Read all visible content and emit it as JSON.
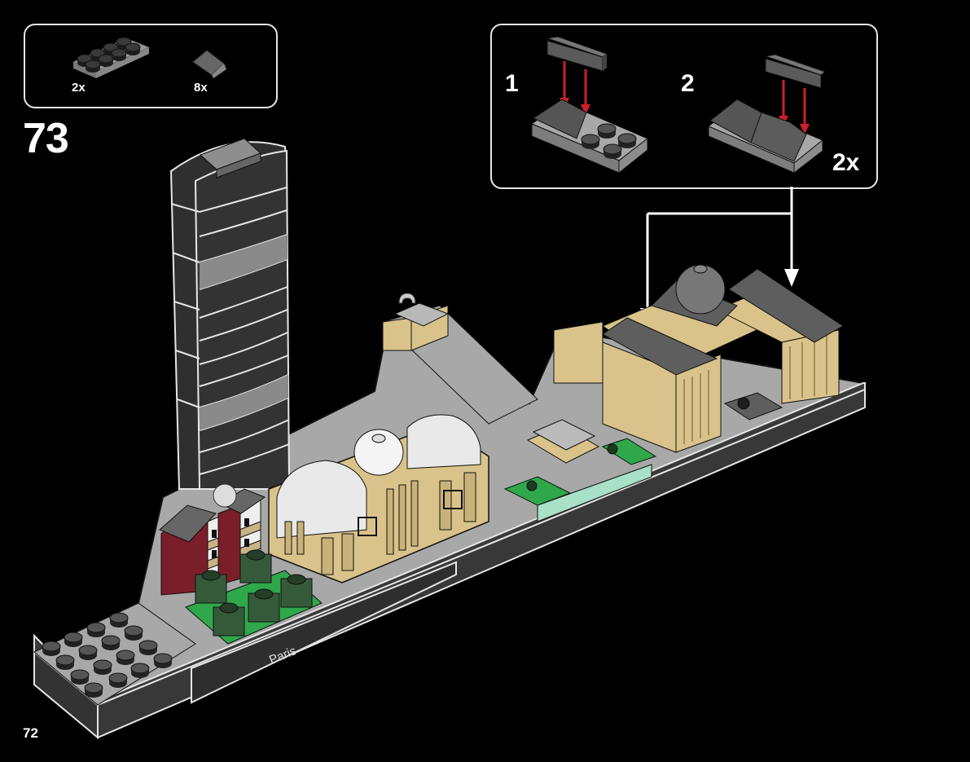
{
  "page": {
    "number": "72",
    "step_number": "73"
  },
  "parts_list": {
    "items": [
      {
        "part": "plate-2x4",
        "color": "light-bluish-gray",
        "quantity": "2x"
      },
      {
        "part": "slope-30-1x2",
        "color": "dark-bluish-gray",
        "quantity": "8x"
      }
    ]
  },
  "sub_assembly": {
    "steps": [
      {
        "label": "1",
        "action": "attach slope onto plate"
      },
      {
        "label": "2",
        "action": "attach second slope onto plate"
      }
    ],
    "multiplier": "2x",
    "arrow_color": "#cc1f2b"
  },
  "model": {
    "base_label": "Paris",
    "landmarks": [
      "tower",
      "grand-palais",
      "residential-block",
      "trees",
      "louvre",
      "fountains"
    ]
  },
  "colors": {
    "background": "#000000",
    "outline": "#e6e6e6",
    "light_gray": "#a8a8a8",
    "dark_gray": "#3a3a3a",
    "tan": "#d9c38a",
    "dark_red": "#7a1e2a",
    "dark_green": "#355a3a",
    "green": "#2ea84a",
    "trans_clear": "#f2f2f2"
  }
}
